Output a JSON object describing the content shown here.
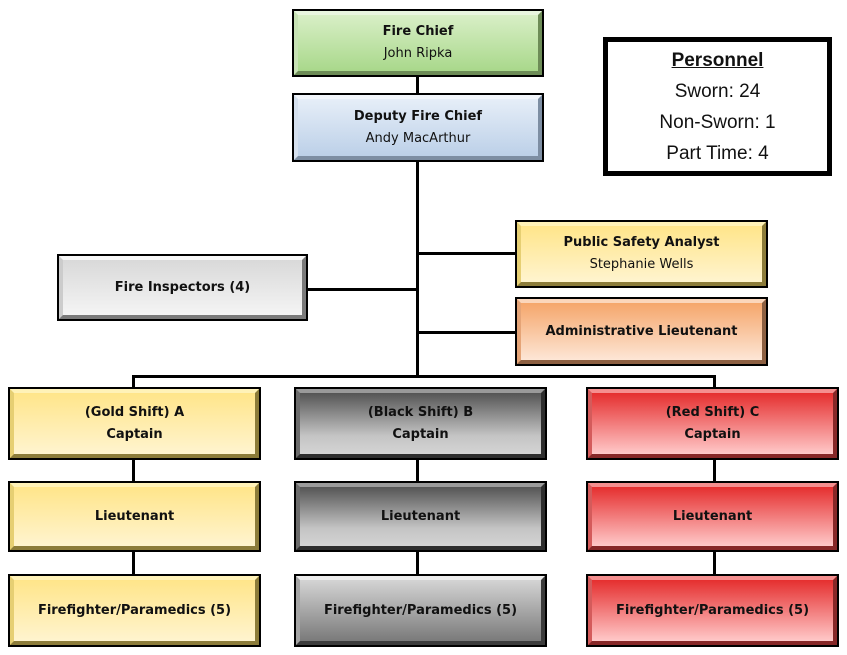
{
  "chief": {
    "title": "Fire Chief",
    "name": "John Ripka"
  },
  "deputy": {
    "title": "Deputy Fire Chief",
    "name": "Andy MacArthur"
  },
  "analyst": {
    "title": "Public Safety Analyst",
    "name": "Stephanie Wells"
  },
  "admin_lt": {
    "title": "Administrative Lieutenant"
  },
  "inspectors": {
    "title": "Fire Inspectors (4)"
  },
  "shifts": [
    {
      "name": "(Gold Shift) A",
      "captain": "Captain",
      "lieutenant": "Lieutenant",
      "crew": "Firefighter/Paramedics (5)"
    },
    {
      "name": "(Black Shift) B",
      "captain": "Captain",
      "lieutenant": "Lieutenant",
      "crew": "Firefighter/Paramedics (5)"
    },
    {
      "name": "(Red Shift) C",
      "captain": "Captain",
      "lieutenant": "Lieutenant",
      "crew": "Firefighter/Paramedics (5)"
    }
  ],
  "personnel": {
    "heading": "Personnel",
    "sworn": "Sworn: 24",
    "non_sworn": "Non-Sworn: 1",
    "part_time": "Part Time: 4"
  }
}
